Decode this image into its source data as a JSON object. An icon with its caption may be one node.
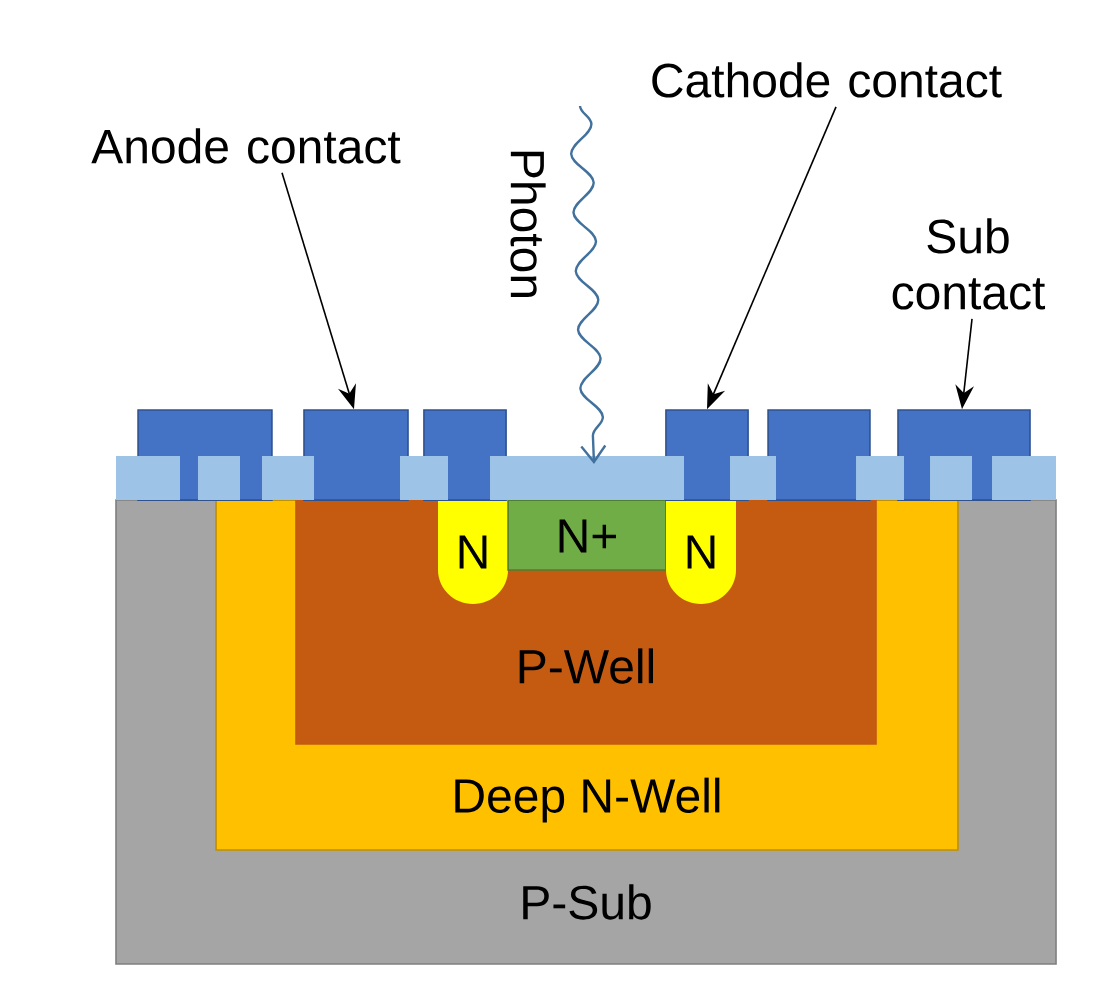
{
  "diagram": {
    "nodes": [
      {
        "text": [
          "Anode contact"
        ]
      },
      {
        "text": [
          "Cathode contact"
        ]
      },
      {
        "text": [
          "Sub contact"
        ]
      },
      {
        "text": [],
        "shape": "box"
      },
      {
        "text": [],
        "shape": "box"
      },
      {
        "text": [],
        "shape": "box"
      },
      {
        "text": [],
        "shape": "box"
      },
      {
        "text": [],
        "shape": "box"
      },
      {
        "text": [],
        "shape": "box"
      },
      {
        "text": [
          "P-Sub"
        ]
      },
      {
        "text": [
          "Deep N-Well"
        ],
        "in": 9
      },
      {
        "text": [
          "P-Well"
        ],
        "in": 10
      },
      {
        "text": [
          "N"
        ],
        "in": 11
      },
      {
        "text": [
          "N+"
        ],
        "in": 11
      },
      {
        "text": [
          "N"
        ],
        "in": 11
      }
    ],
    "edges": [
      {
        "from": 0,
        "to": 4,
        "arrow": "to"
      },
      {
        "from": 1,
        "to": 6,
        "arrow": "to"
      },
      {
        "from": 2,
        "to": 8,
        "arrow": "to"
      }
    ],
    "labels": [
      "Photon"
    ]
  }
}
